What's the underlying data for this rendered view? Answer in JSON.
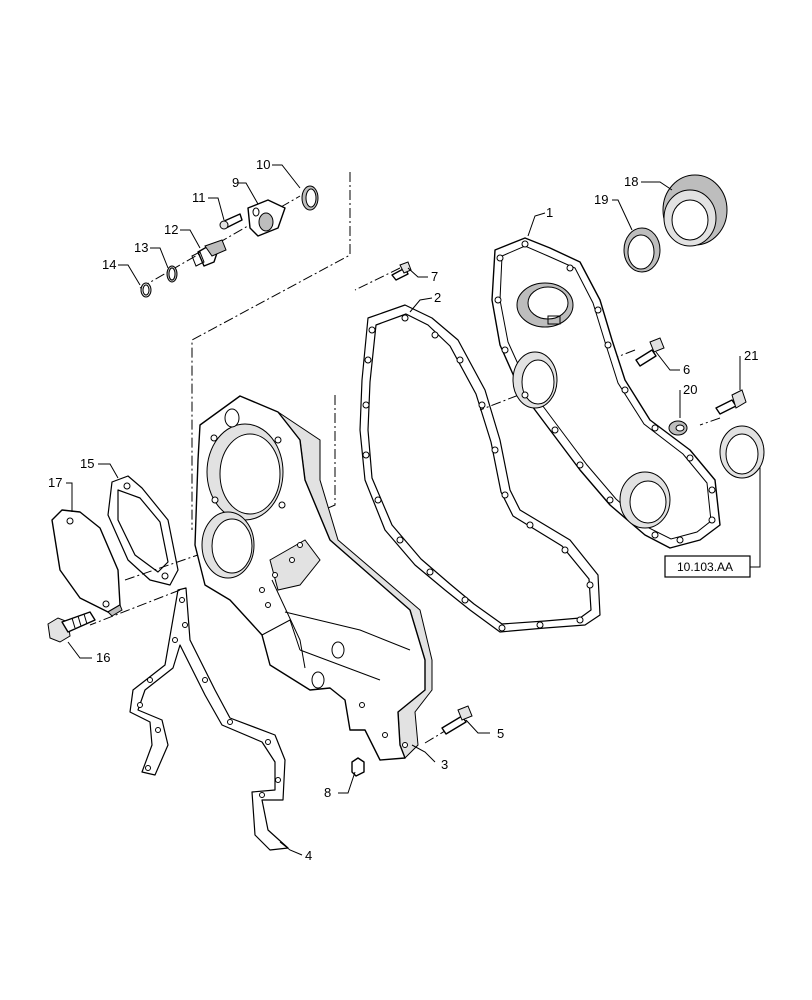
{
  "callouts": {
    "c1": "1",
    "c2": "2",
    "c3": "3",
    "c4": "4",
    "c5": "5",
    "c6": "6",
    "c7": "7",
    "c8": "8",
    "c9": "9",
    "c10": "10",
    "c11": "11",
    "c12": "12",
    "c13": "13",
    "c14": "14",
    "c15": "15",
    "c16": "16",
    "c17": "17",
    "c18": "18",
    "c19": "19",
    "c20": "20",
    "c21": "21"
  },
  "reference_box": {
    "label": "10.103.AA"
  },
  "colors": {
    "line": "#000000",
    "shade": "#bdbdbd",
    "background": "#ffffff"
  }
}
